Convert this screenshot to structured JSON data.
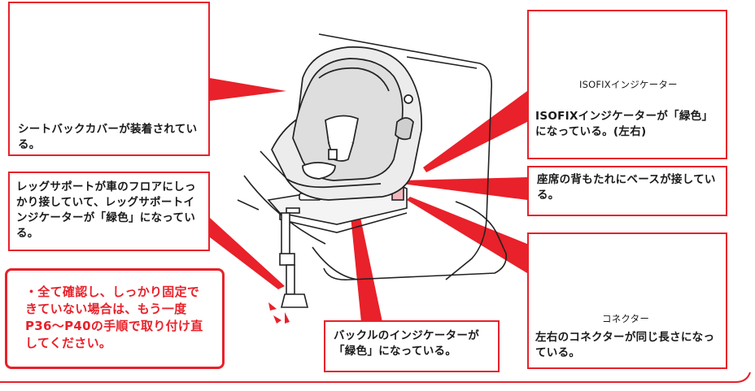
{
  "callouts": {
    "seat_back_cover": "シートバックカバーが装着されている。",
    "leg_support": "レッグサポートが車のフロアにしっかり接していて、レッグサポートインジケーターが「緑色」になっている。",
    "isofix_indicator_label": "ISOFIXインジケーター",
    "isofix_indicator": "ISOFIXインジケーターが「緑色」になっている。(左右)",
    "base_contact": "座席の背もたれにベースが接している。",
    "connector_label": "コネクター",
    "connector_length": "左右のコネクターが同じ長さになっている。",
    "buckle_indicator": "バックルのインジケーターが「緑色」になっている。"
  },
  "note": {
    "text": "・全て確認し、しっかり固定できていない場合は、もう一度P36〜P40の手順で取り付け直してください。"
  },
  "colors": {
    "accent": "#e8212a",
    "highlight_pink": "#f2b7bd",
    "line": "#222222"
  }
}
